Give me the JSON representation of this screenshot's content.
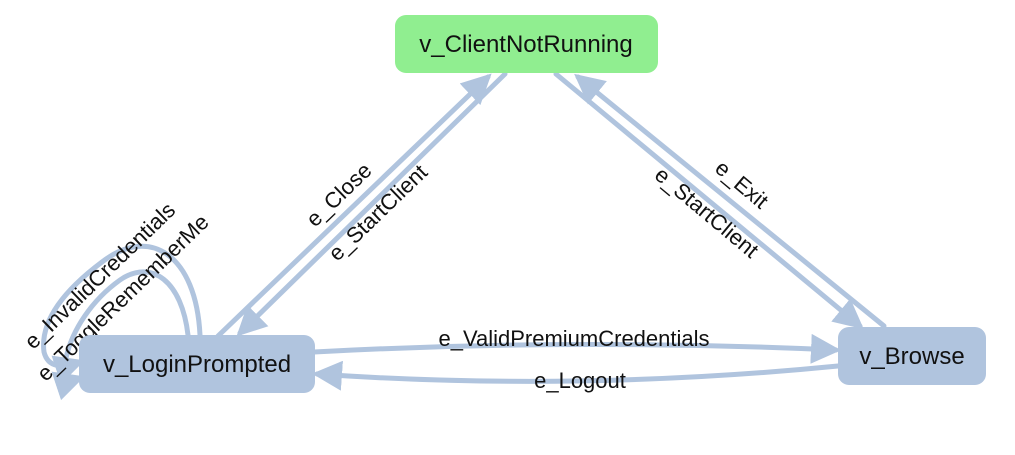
{
  "colors": {
    "edge": "#b0c4de",
    "node_default": "#b0c4de",
    "node_start": "#90ee90",
    "text": "#111111",
    "background": "#ffffff"
  },
  "nodes": {
    "client_not_running": {
      "label": "v_ClientNotRunning",
      "fill": "#90ee90"
    },
    "login_prompted": {
      "label": "v_LoginPrompted",
      "fill": "#b0c4de"
    },
    "browse": {
      "label": "v_Browse",
      "fill": "#b0c4de"
    }
  },
  "edges": {
    "close": {
      "label": "e_Close",
      "from": "v_LoginPrompted",
      "to": "v_ClientNotRunning"
    },
    "start_client_login": {
      "label": "e_StartClient",
      "from": "v_ClientNotRunning",
      "to": "v_LoginPrompted"
    },
    "start_client_browse": {
      "label": "e_StartClient",
      "from": "v_ClientNotRunning",
      "to": "v_Browse"
    },
    "exit": {
      "label": "e_Exit",
      "from": "v_Browse",
      "to": "v_ClientNotRunning"
    },
    "valid_premium": {
      "label": "e_ValidPremiumCredentials",
      "from": "v_LoginPrompted",
      "to": "v_Browse"
    },
    "logout": {
      "label": "e_Logout",
      "from": "v_Browse",
      "to": "v_LoginPrompted"
    },
    "invalid_credentials": {
      "label": "e_InvalidCredentials",
      "from": "v_LoginPrompted",
      "to": "v_LoginPrompted"
    },
    "toggle_remember_me": {
      "label": "e_ToggleRememberMe",
      "from": "v_LoginPrompted",
      "to": "v_LoginPrompted"
    }
  }
}
